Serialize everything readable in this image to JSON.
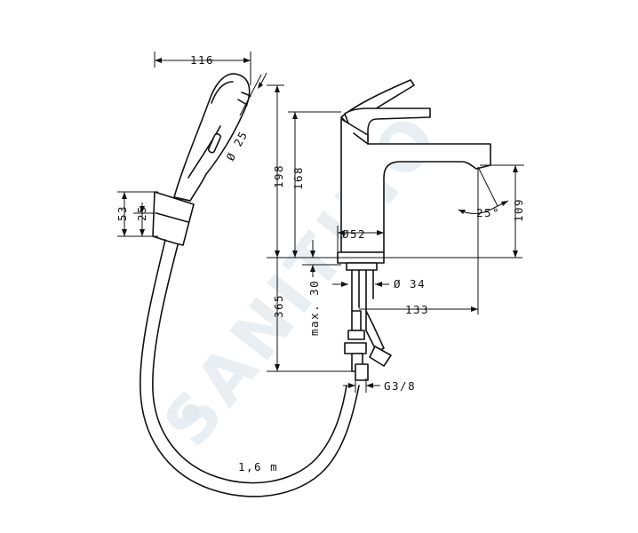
{
  "drawing": {
    "watermark": "SANITINO",
    "dimensions": {
      "handshower_width": "116",
      "handshower_diameter": "Ø 25",
      "holder_height": "53",
      "holder_inner": "25",
      "total_height": "198",
      "spout_height": "168",
      "base_diameter": "Ø52",
      "aerator_height": "109",
      "spout_angle": "25°",
      "below_counter": "365",
      "max_thickness": "max. 30",
      "shank_diameter": "Ø 34",
      "spout_reach": "133",
      "connection_thread": "G3/8",
      "hose_length": "1,6 m"
    }
  }
}
